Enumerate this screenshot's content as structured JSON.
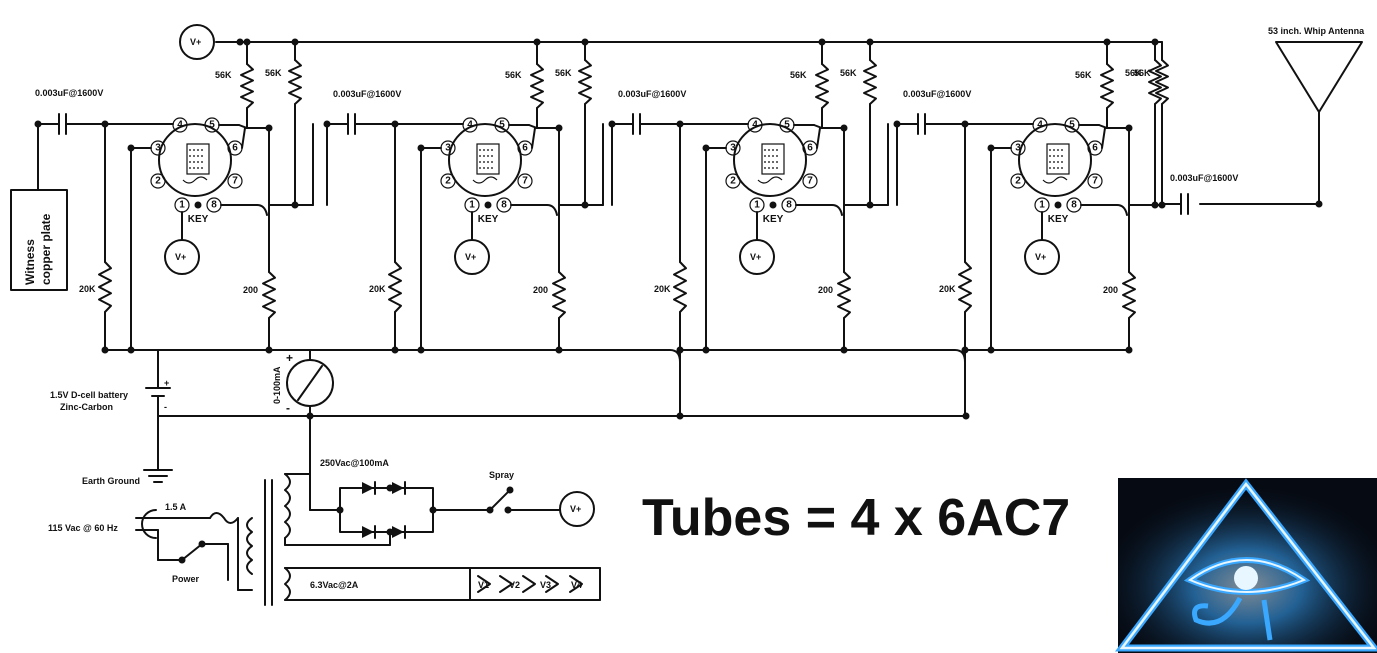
{
  "tubes_title": "Tubes = 4 x 6AC7",
  "antenna_label": "53 inch. Whip Antenna",
  "coupling_cap_label": "0.003uF@1600V",
  "plate_resistor_label": "56K",
  "grid_resistor_label": "20K",
  "cathode_resistor_label": "200",
  "supply_badge_label": "V+",
  "tube_key_label": "KEY",
  "tube_pin_labels": [
    "1",
    "2",
    "3",
    "4",
    "5",
    "6",
    "7",
    "8"
  ],
  "witness_plate_label": [
    "Witness",
    "copper plate"
  ],
  "battery_label": [
    "1.5V D-cell battery",
    "Zinc-Carbon"
  ],
  "battery_plus": "+",
  "battery_minus": "-",
  "meter_label": "0-100mA",
  "meter_plus": "+",
  "meter_minus": "-",
  "earth_ground_label": "Earth Ground",
  "mains_label": "115 Vac @ 60 Hz",
  "fuse_label": "1.5 A",
  "power_switch_label": "Power",
  "hv_secondary_label": "250Vac@100mA",
  "spray_switch_label": "Spray",
  "heater_secondary_label": "6.3Vac@2A",
  "heater_labels": [
    "V1",
    "V2",
    "V3",
    "V4"
  ],
  "colors": {
    "ink": "#111111",
    "logo_bg": "#060a12",
    "logo_glow": "#3aa8ff",
    "logo_core": "#e8f6ff"
  }
}
